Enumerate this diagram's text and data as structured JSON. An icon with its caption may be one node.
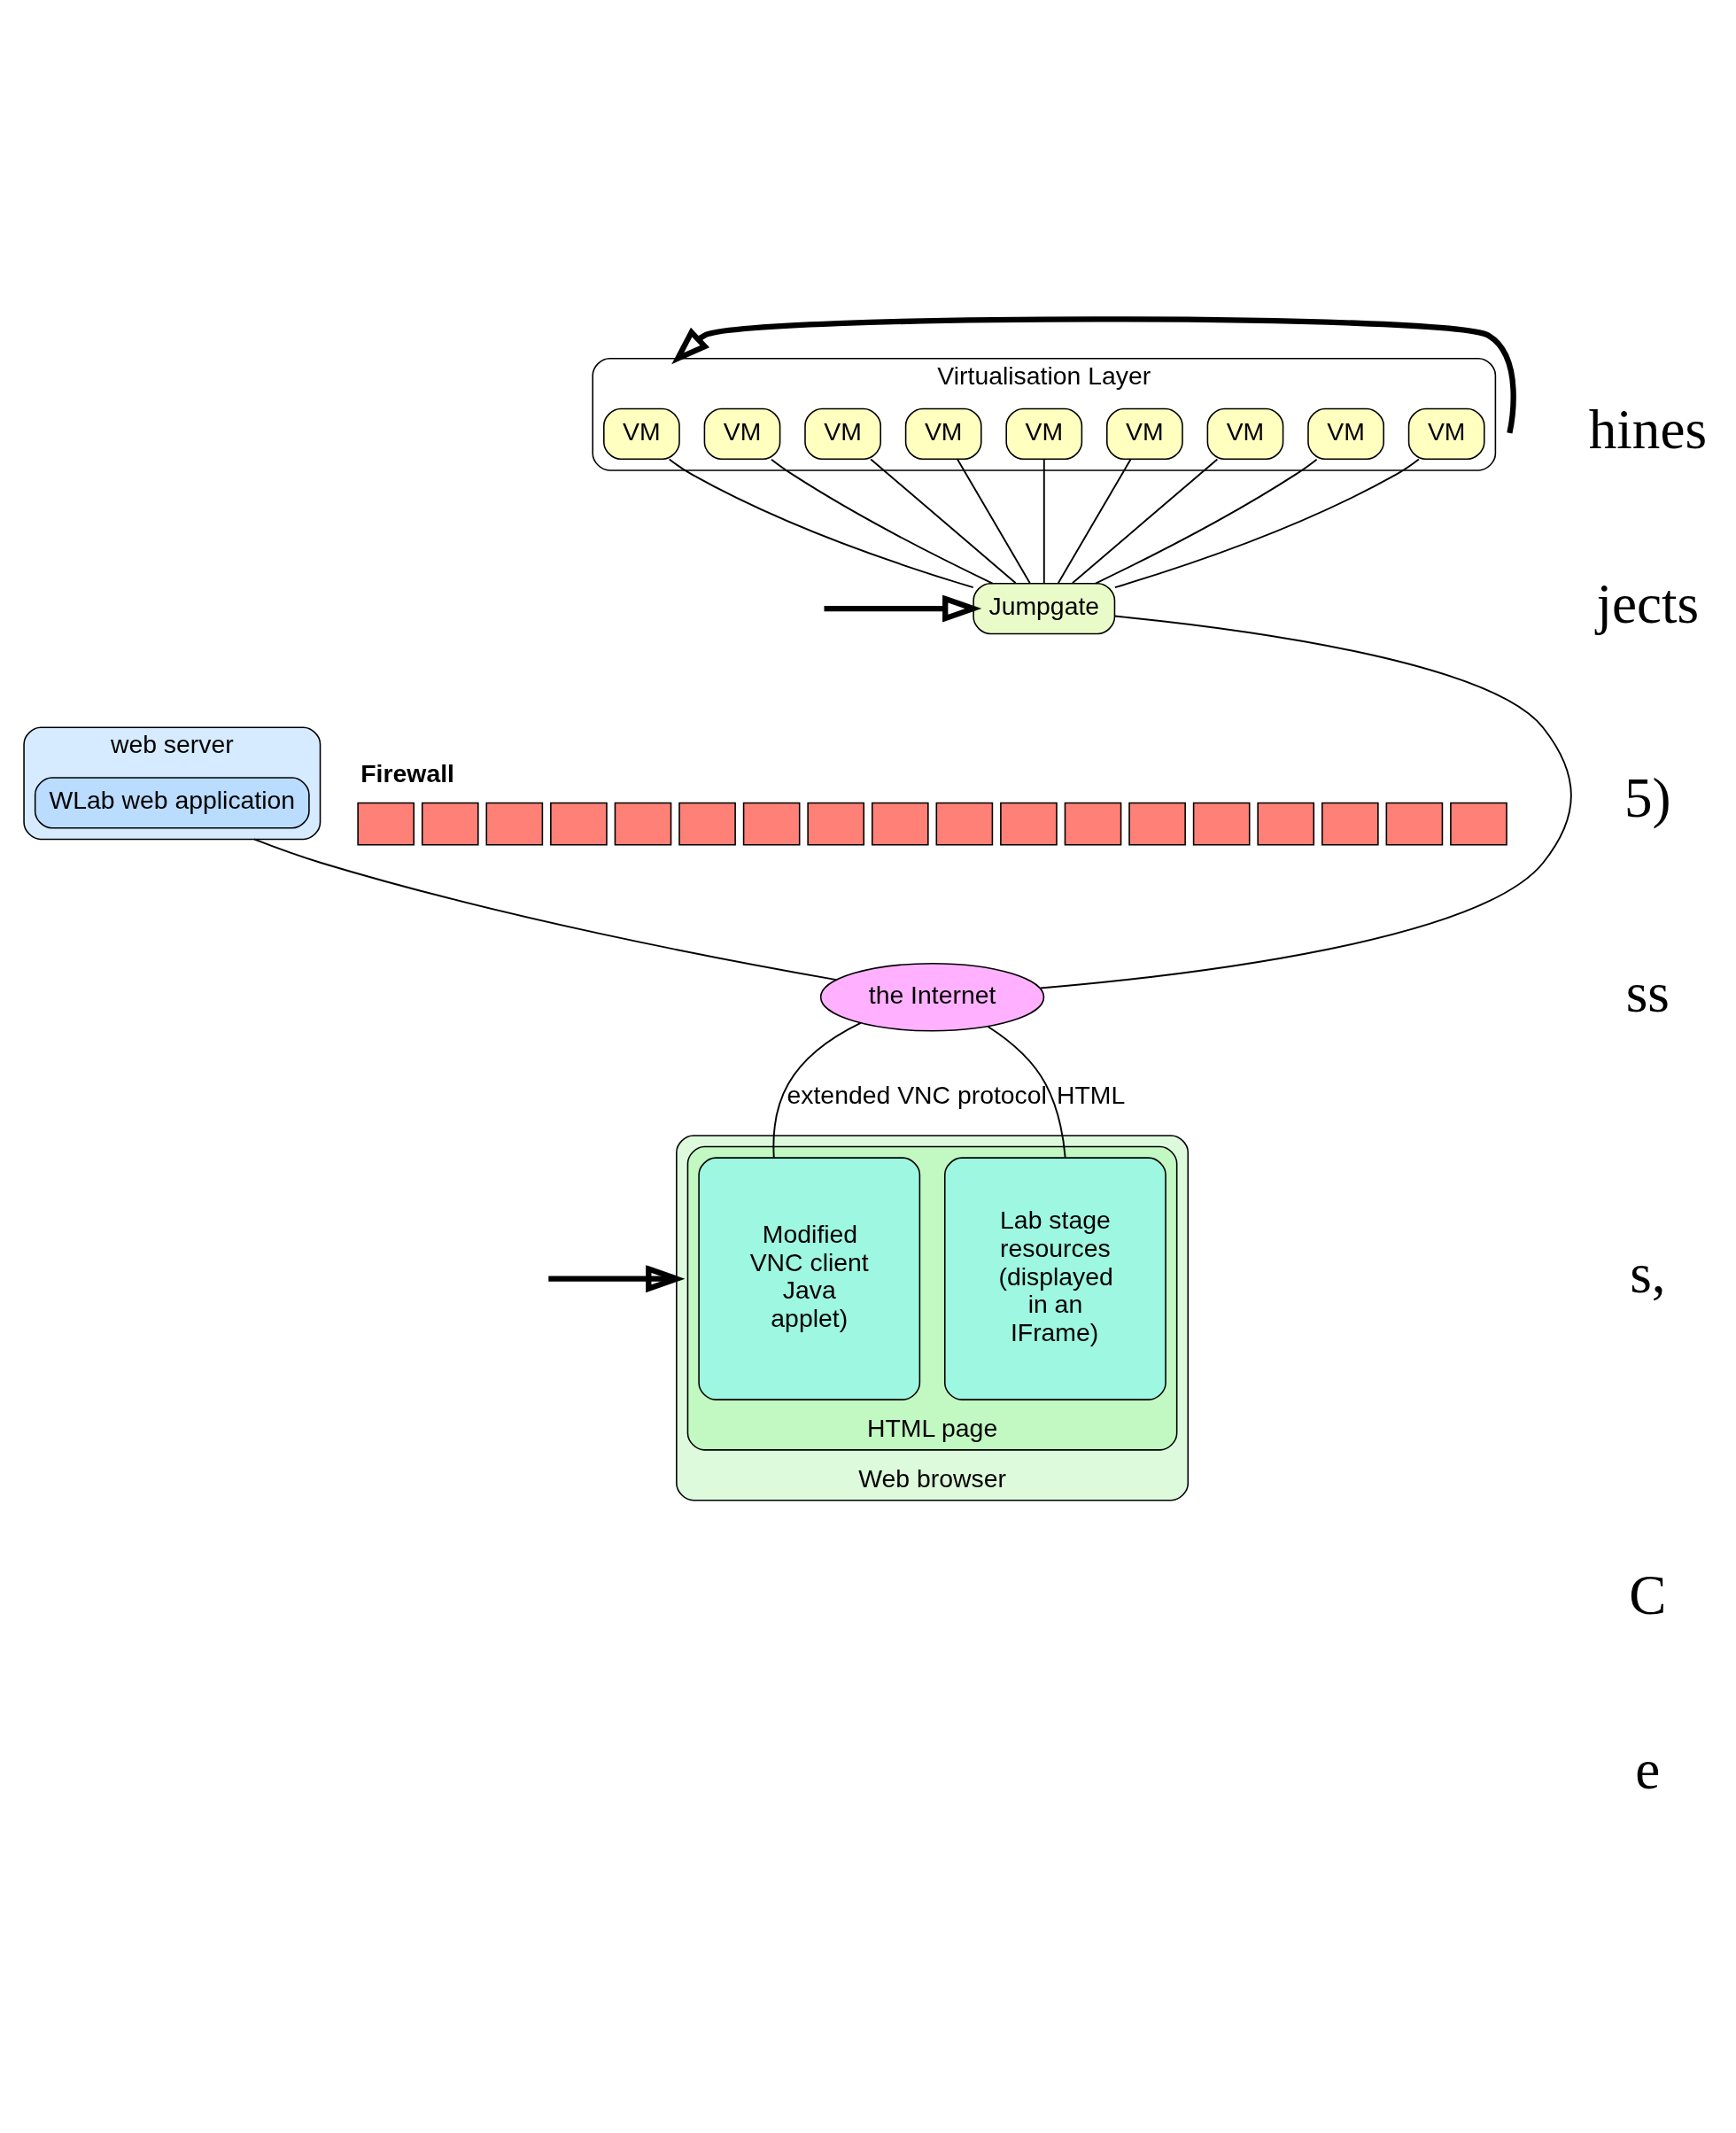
{
  "diagram": {
    "nodes": [
      {
        "text": [
          "Virtualisation Layer"
        ]
      },
      {
        "text": [
          "VM"
        ],
        "in": 0
      },
      {
        "text": [
          "VM"
        ],
        "in": 0
      },
      {
        "text": [
          "VM"
        ],
        "in": 0
      },
      {
        "text": [
          "VM"
        ],
        "in": 0
      },
      {
        "text": [
          "VM"
        ],
        "in": 0
      },
      {
        "text": [
          "VM"
        ],
        "in": 0
      },
      {
        "text": [
          "VM"
        ],
        "in": 0
      },
      {
        "text": [
          "VM"
        ],
        "in": 0
      },
      {
        "text": [
          "VM"
        ],
        "in": 0
      },
      {
        "text": [
          "Jumpgate"
        ]
      },
      {
        "text": [
          "web server"
        ]
      },
      {
        "text": [
          "WLab web application"
        ],
        "in": 11
      },
      {
        "text": [],
        "shape": "bar",
        "beside": [
          "Firewall"
        ]
      },
      {
        "text": [
          "the Internet"
        ]
      },
      {
        "text": [
          "Web browser"
        ]
      },
      {
        "text": [
          "HTML page"
        ],
        "in": 15
      },
      {
        "text": [
          "Modified VNC client Java applet)"
        ],
        "in": 16
      },
      {
        "text": [
          "Lab stage resources (displayed in an IFrame)"
        ],
        "in": 16
      }
    ],
    "edges": [
      {
        "from": 1,
        "to": 10,
        "arrow": "none"
      },
      {
        "from": 2,
        "to": 10,
        "arrow": "none"
      },
      {
        "from": 3,
        "to": 10,
        "arrow": "none"
      },
      {
        "from": 4,
        "to": 10,
        "arrow": "none"
      },
      {
        "from": 5,
        "to": 10,
        "arrow": "none"
      },
      {
        "from": 6,
        "to": 10,
        "arrow": "none"
      },
      {
        "from": 7,
        "to": 10,
        "arrow": "none"
      },
      {
        "from": 8,
        "to": 10,
        "arrow": "none"
      },
      {
        "from": 9,
        "to": 10,
        "arrow": "none"
      },
      {
        "from": 10,
        "to": 14,
        "arrow": "none"
      },
      {
        "from": 11,
        "to": 14,
        "arrow": "none"
      },
      {
        "from": 14,
        "to": 17,
        "label": "extended VNC protocol",
        "arrow": "none"
      },
      {
        "from": 14,
        "to": 18,
        "label": "HTML",
        "arrow": "none"
      },
      {
        "from": null,
        "to": 0,
        "arrow": "to",
        "style": "thick"
      },
      {
        "from": null,
        "to": 10,
        "arrow": "to",
        "style": "thick"
      },
      {
        "from": null,
        "to": 15,
        "arrow": "to",
        "style": "thick"
      }
    ],
    "labels": [
      "hines",
      "jects",
      "5)",
      "ss",
      "s,",
      "C",
      "e"
    ]
  }
}
